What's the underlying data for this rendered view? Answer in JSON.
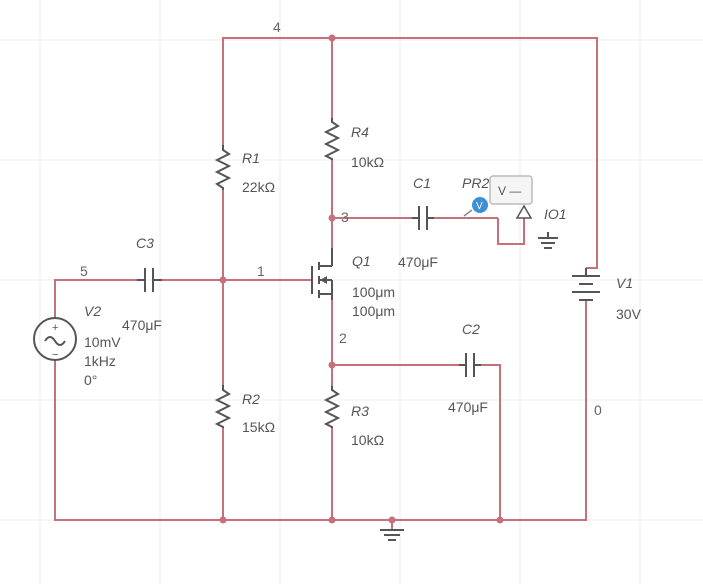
{
  "nodes": [
    "4",
    "3",
    "1",
    "5",
    "2",
    "0"
  ],
  "components": {
    "R1": {
      "name": "R1",
      "value": "22kΩ"
    },
    "R2": {
      "name": "R2",
      "value": "15kΩ"
    },
    "R3": {
      "name": "R3",
      "value": "10kΩ"
    },
    "R4": {
      "name": "R4",
      "value": "10kΩ"
    },
    "C1": {
      "name": "C1",
      "value": "470μF"
    },
    "C2": {
      "name": "C2",
      "value": "470μF"
    },
    "C3": {
      "name": "C3",
      "value": "470μF"
    },
    "Q1": {
      "name": "Q1",
      "w": "100μm",
      "l": "100μm"
    },
    "V1": {
      "name": "V1",
      "value": "30V"
    },
    "V2": {
      "name": "V2",
      "amplitude": "10mV",
      "frequency": "1kHz",
      "phase": "0°"
    },
    "PR2": {
      "name": "PR2",
      "readout": "V —",
      "badge": "V"
    },
    "IO1": {
      "name": "IO1"
    }
  },
  "colors": {
    "wire": "#c6707a",
    "component": "#555555",
    "probe": "#3d8fd6"
  }
}
